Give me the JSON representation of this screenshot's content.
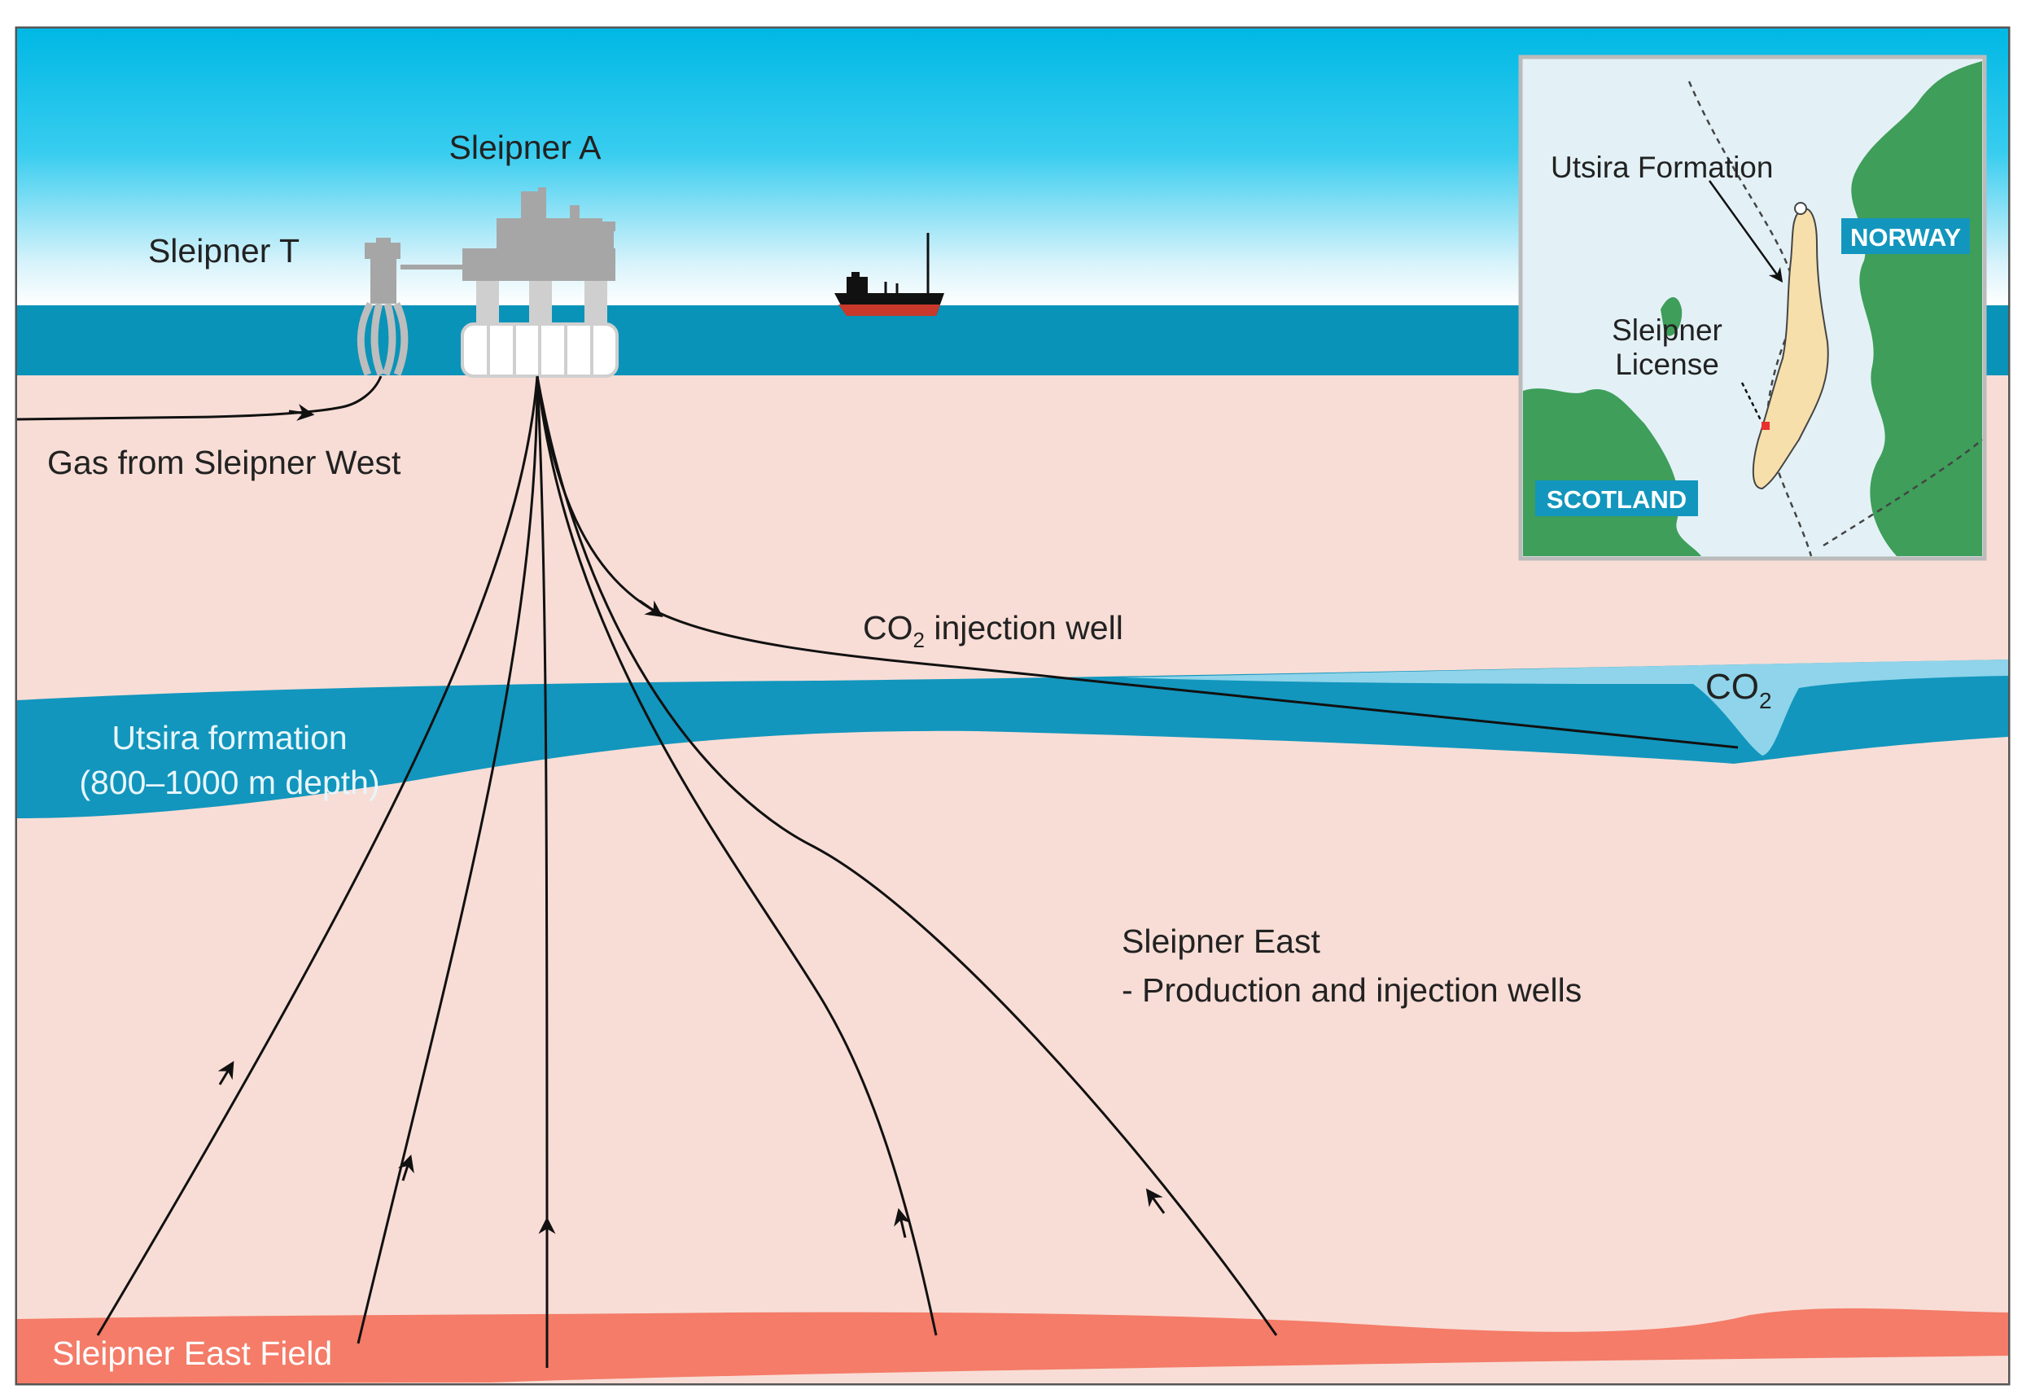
{
  "labels": {
    "sleipner_a": "Sleipner A",
    "sleipner_t": "Sleipner T",
    "gas_from_west": "Gas from Sleipner West",
    "co2_well_pre": "CO",
    "co2_well_sub": "2",
    "co2_well_post": " injection well",
    "co2_plume": "CO",
    "co2_plume_sub": "2",
    "utsira_line1": "Utsira formation",
    "utsira_line2": "(800–1000 m depth)",
    "east_line1": "Sleipner East",
    "east_line2": "- Production and injection wells",
    "east_field": "Sleipner East Field"
  },
  "inset": {
    "utsira_formation": "Utsira Formation",
    "license_line1": "Sleipner",
    "license_line2": "License",
    "norway": "NORWAY",
    "scotland": "SCOTLAND"
  },
  "colors": {
    "sky_top": "#00c6ec",
    "sea": "#0a93b8",
    "sediment": "#f8ddd6",
    "utsira": "#1296bd",
    "co2": "#8fd4ea",
    "east_field": "#f47c68",
    "platform": "#a6a6a6",
    "land": "#3e9e5a",
    "water_map": "#e3f1f6",
    "formation_map": "#f6dfab"
  }
}
